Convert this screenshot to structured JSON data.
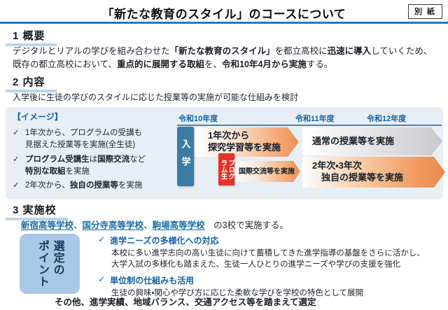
{
  "title": "「新たな教育のスタイル」のコースについて",
  "corner_tag": "別 紙",
  "check": "✓",
  "section1": {
    "heading": "1 概要",
    "line1": [
      "デジタルとリアルの学びを組み合わせた",
      "「新たな教育のスタイル」",
      "を都立高校に",
      "迅速に導入",
      "していくため、"
    ],
    "line2": [
      "既存の都立高校において、",
      "重点的に展開する取組",
      "を、",
      "令和10年4月から実施",
      "する。"
    ]
  },
  "section2": {
    "heading": "2 内容",
    "lead": "入学後に生徒の学びのスタイルに応じた授業等の実施が可能な仕組みを検討",
    "image_label": "【イメージ】",
    "bullet1": "1年次から、プログラムの受講も\n見据えた授業等を実施(全生徒)",
    "bullet2": [
      "プログラム受講生",
      "は",
      "国際交流",
      "など\n",
      "特別な取組",
      "を実施"
    ],
    "bullet3": [
      "2年次から、",
      "独自の授業等",
      "を実施"
    ],
    "timeline": {
      "years": [
        "令和10年度",
        "令和11年度",
        "令和12年度"
      ],
      "entry": "入学",
      "arrow_explore": "1年次から\n探究学習等を実施",
      "arrow_normal": "通常の授業等を実施",
      "program_label": "プログ\nラム生",
      "arrow_intl": "国際交流等を実施",
      "arrow_unique": "2年次・3年次\n　独自の授業等を実施"
    }
  },
  "section3": {
    "heading": "3 実施校",
    "schools": [
      "新宿高等学校",
      "国分寺高等学校",
      "駒場高等学校"
    ],
    "separator": "、",
    "suffix": "　の3校で実施する。"
  },
  "selection": {
    "label": "選定の\nポイント",
    "point1_title": "進学ニーズの多様化への対応",
    "point1_body": "本校に多い進学志向の高い生徒に向けて蓄積してきた進学指導の基盤をさらに活かし、\n大学入試の多様化も踏まえた、生徒一人ひとりの進学ニーズや学びの支援を強化",
    "point2_title": "単位制の仕組みも活用",
    "point2_body": "生徒の興味・関心や学び方に応じた柔軟な学びを学校の特色として展開",
    "footer": "その他、進学実績、地域バランス、交通アクセス等を踏まえて選定"
  },
  "colors": {
    "accent_blue": "#1263a8",
    "title_divider": "#2e75b6",
    "panel_bg": "#e8eef5",
    "entry_box": "#3a7ca5",
    "program_box": "#e53228",
    "arrow_orange": "#ee8f53",
    "arrow_gray": "#c9c9ce",
    "selection_label_bg": "#a9c8e6",
    "school_link": "#1a6fa8"
  }
}
